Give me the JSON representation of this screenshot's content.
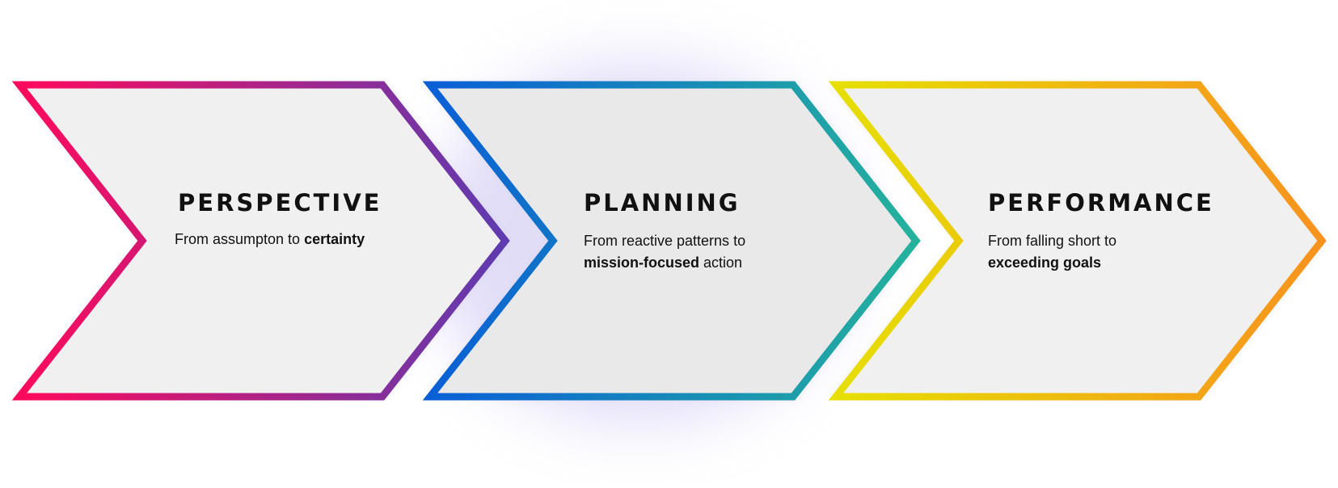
{
  "steps": [
    {
      "title": "PERSPECTIVE",
      "desc_prefix": "From assumpton to ",
      "desc_bold": "certainty",
      "desc_suffix": "",
      "gradient": [
        "#ff0a5c",
        "#5d3bb0"
      ],
      "fill": "#f0f0f0"
    },
    {
      "title": "PLANNING",
      "desc_prefix": "From reactive patterns to ",
      "desc_bold": "mission-focused",
      "desc_suffix": " action",
      "gradient": [
        "#0a5fd6",
        "#24b29c"
      ],
      "fill": "#e9e9e9"
    },
    {
      "title": "PERFORMANCE",
      "desc_prefix": "From falling short to ",
      "desc_bold": "exceeding goals",
      "desc_suffix": "",
      "gradient": [
        "#e6df00",
        "#f7921e"
      ],
      "fill": "#f0f0f0"
    }
  ],
  "glow_color": "#c9c2f2"
}
